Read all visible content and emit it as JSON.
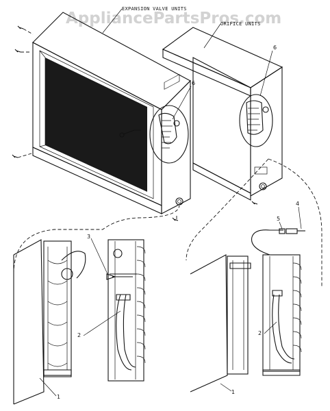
{
  "watermark": "AppliancePartsPros.com",
  "labels": {
    "expansion_valve_units": "EXPANSION VALVE UNITS",
    "orifice_units": "ORIFICE UNITS"
  },
  "callouts": {
    "c6a": "6",
    "c6b": "6",
    "c3": "3",
    "c2a": "2",
    "c1a": "1",
    "c5": "5",
    "c4": "4",
    "c2b": "2",
    "c1b": "1"
  }
}
